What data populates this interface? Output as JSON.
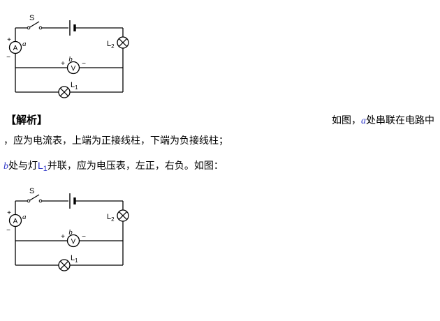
{
  "circuit": {
    "switch_label": "S",
    "ammeter_letter": "A",
    "ammeter_plus": "+",
    "ammeter_minus": "−",
    "label_a": "a",
    "voltmeter_letter": "V",
    "voltmeter_plus": "+",
    "voltmeter_minus": "−",
    "label_b": "b",
    "lamp1_main": "L",
    "lamp1_sub": "1",
    "lamp2_main": "L",
    "lamp2_sub": "2"
  },
  "analysis": {
    "header": "【解析】",
    "line1_pre": "如图，",
    "line1_a": "a",
    "line1_post": "处串联在电路中",
    "line2": "，应为电流表，上端为正接线柱，下端为负接线柱；",
    "line3_b": "b",
    "line3_mid": "处与灯",
    "line3_lamp_main": "L",
    "line3_lamp_sub": "1",
    "line3_post": "并联，应为电压表，左正，右负。如图："
  },
  "colors": {
    "accent_blue": "#2d35c8",
    "ink": "#000000"
  }
}
